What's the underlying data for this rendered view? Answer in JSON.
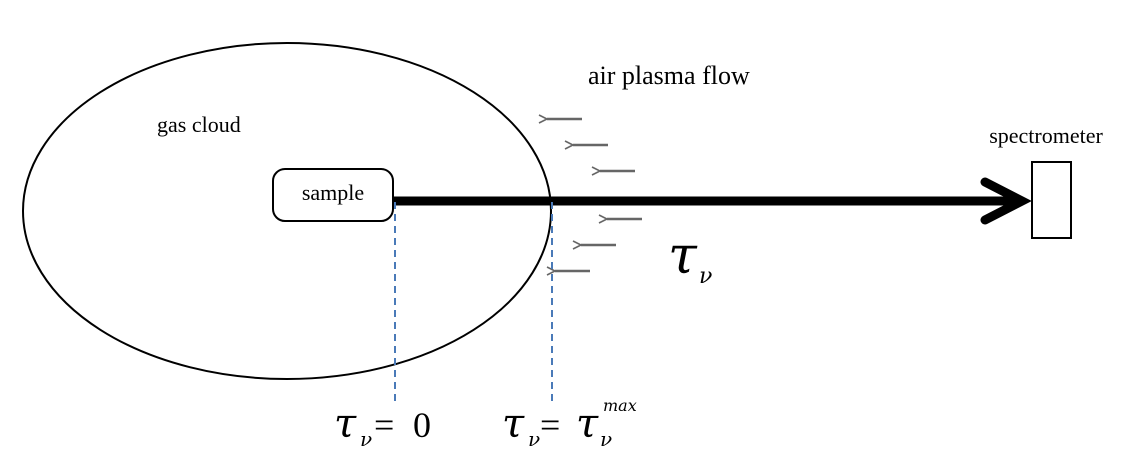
{
  "labels": {
    "air_plasma_flow": "air plasma flow",
    "gas_cloud": "gas cloud",
    "sample": "sample",
    "spectrometer": "spectrometer"
  },
  "symbols": {
    "tau": "τ",
    "nu": "ν",
    "equals": "=",
    "zero": "0",
    "max": "max"
  },
  "colors": {
    "line": "#000000",
    "flow_arrows": "#666666",
    "dashed_guides": "#4a7ab8"
  },
  "icons": {
    "flow_arrow": "left-arrow-icon",
    "beam_arrow": "right-arrow-icon"
  }
}
